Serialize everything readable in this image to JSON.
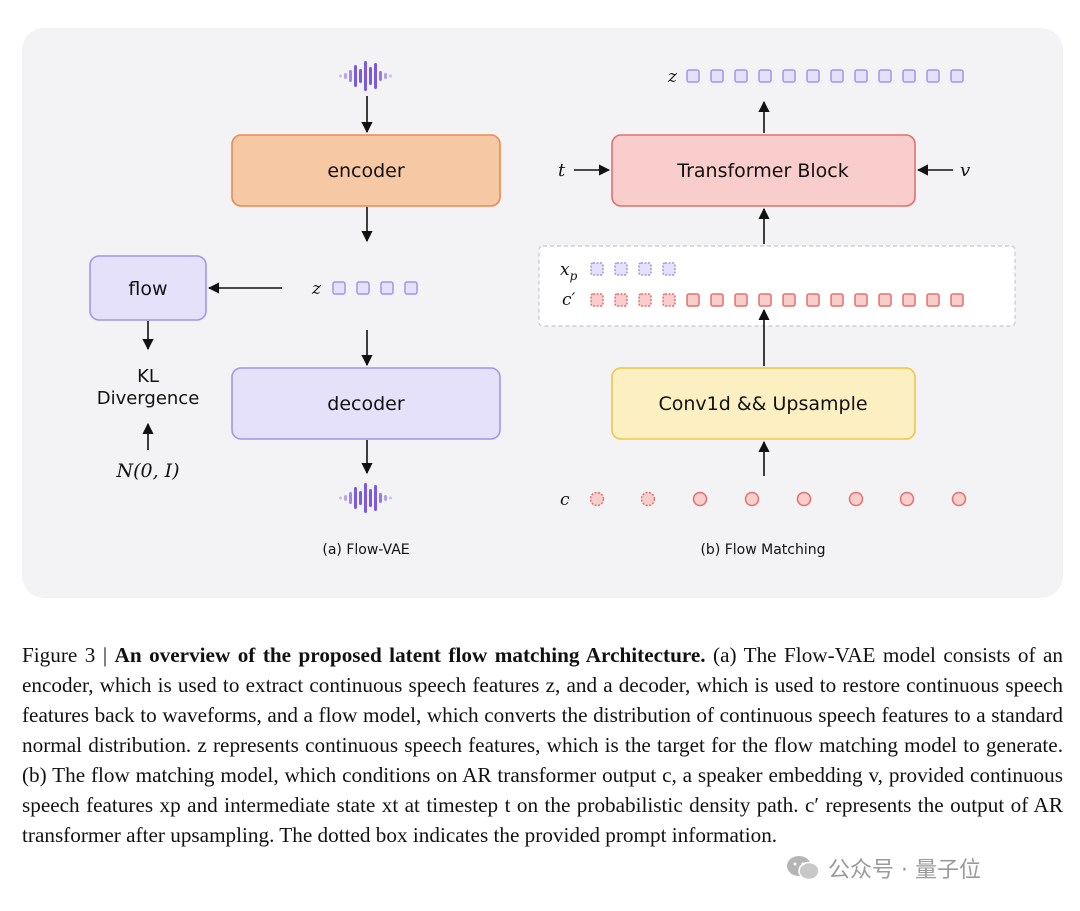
{
  "panel_a": {
    "encoder": "encoder",
    "decoder": "decoder",
    "flow": "flow",
    "kl_line1": "KL",
    "kl_line2": "Divergence",
    "normal": "N(0, I)",
    "z": "z",
    "caption": "(a) Flow-VAE"
  },
  "panel_b": {
    "transformer": "Transformer Block",
    "conv": "Conv1d && Upsample",
    "z": "z",
    "t": "t",
    "v": "v",
    "xp": "x",
    "xp_sub": "p",
    "cprime": "c′",
    "c": "c",
    "caption": "(b) Flow Matching"
  },
  "caption": {
    "lead": "Figure 3 | ",
    "title": "An overview of the proposed latent flow matching Architecture.",
    "body": " (a) The Flow-VAE model consists of an encoder, which is used to extract continuous speech features z, and a decoder, which is used to restore continuous speech features back to waveforms, and a flow model, which converts the distribution of continuous speech features to a standard normal distribution. z represents continuous speech features, which is the target for the flow matching model to generate. (b) The flow matching model, which conditions on AR transformer output c, a speaker embedding v, provided continuous speech features xp and intermediate state xt at timestep t on the probabilistic density path. c′ represents the output of AR transformer after upsampling. The dotted box indicates the provided prompt information."
  },
  "watermark": "公众号 · 量子位",
  "colors": {
    "encoder_fill": "#f7c8a4",
    "encoder_stroke": "#e98a4f",
    "vae_fill": "#e6e1fb",
    "vae_stroke": "#a395e8",
    "transformer_fill": "#f9cdcc",
    "transformer_stroke": "#e2706c",
    "conv_fill": "#fcefc2",
    "conv_stroke": "#edc64a",
    "wave": "#7a5be0"
  }
}
